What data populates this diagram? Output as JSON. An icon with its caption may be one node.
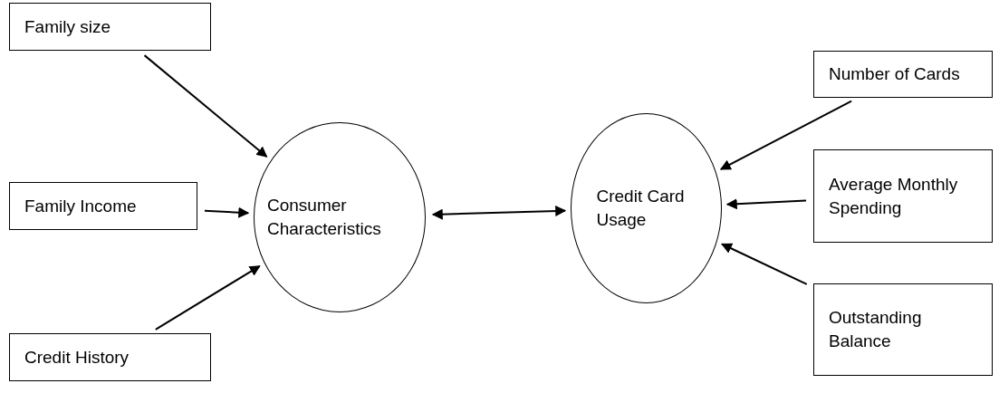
{
  "diagram": {
    "nodes": [
      {
        "text": [
          "Family size"
        ]
      },
      {
        "text": [
          "Family Income"
        ]
      },
      {
        "text": [
          "Credit History"
        ]
      },
      {
        "text": [
          "Consumer Characteristics"
        ]
      },
      {
        "text": [
          "Credit Card Usage"
        ]
      },
      {
        "text": [
          "Number of Cards"
        ]
      },
      {
        "text": [
          "Average Monthly Spending"
        ]
      },
      {
        "text": [
          "Outstanding Balance"
        ]
      }
    ],
    "edges": [
      {
        "from": 0,
        "to": 3,
        "arrow": "to"
      },
      {
        "from": 1,
        "to": 3,
        "arrow": "to"
      },
      {
        "from": 2,
        "to": 3,
        "arrow": "to"
      },
      {
        "from": 3,
        "to": 4,
        "arrow": "both"
      },
      {
        "from": 5,
        "to": 4,
        "arrow": "to"
      },
      {
        "from": 6,
        "to": 4,
        "arrow": "to"
      },
      {
        "from": 7,
        "to": 4,
        "arrow": "to"
      }
    ]
  }
}
